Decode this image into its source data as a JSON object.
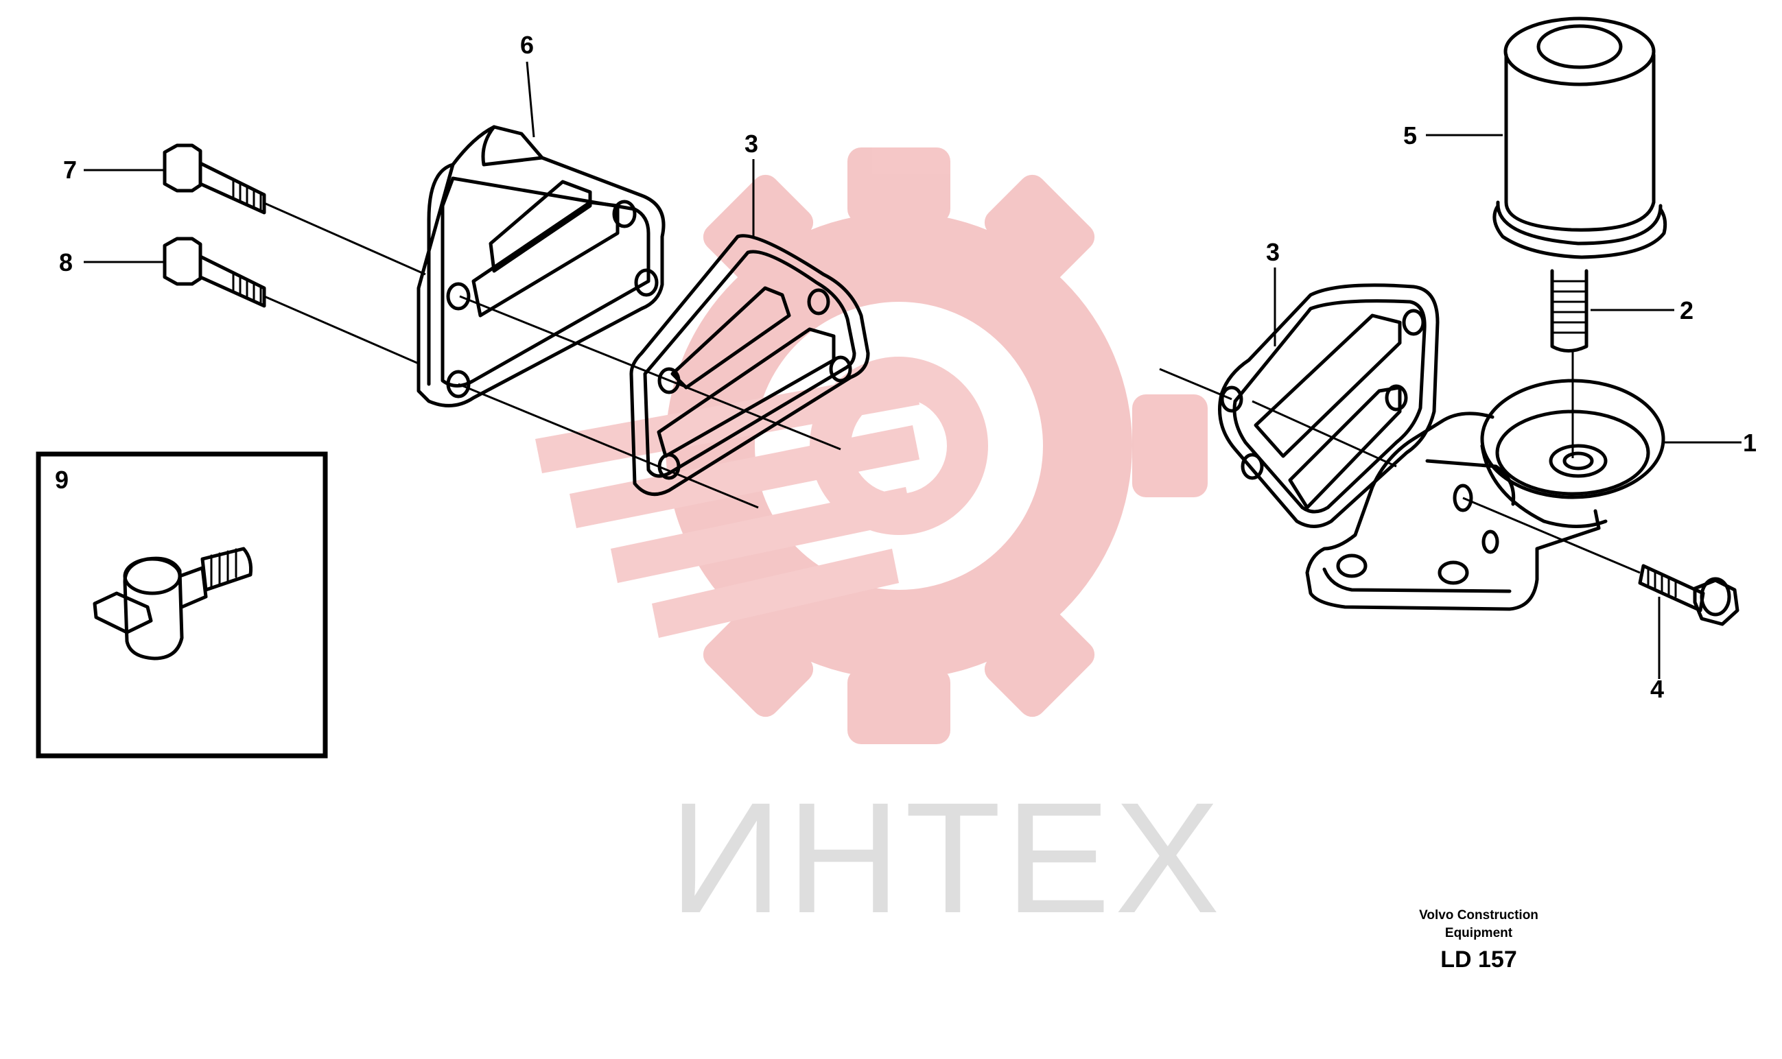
{
  "callouts": {
    "c1": "1",
    "c2": "2",
    "c3a": "3",
    "c3b": "3",
    "c4": "4",
    "c5": "5",
    "c6": "6",
    "c7": "7",
    "c8": "8",
    "c9": "9"
  },
  "watermark": {
    "text": "ИНТЕХ",
    "color": "#f4c4c4"
  },
  "footer": {
    "maker_line1": "Volvo Construction",
    "maker_line2": "Equipment",
    "code": "LD 157"
  }
}
